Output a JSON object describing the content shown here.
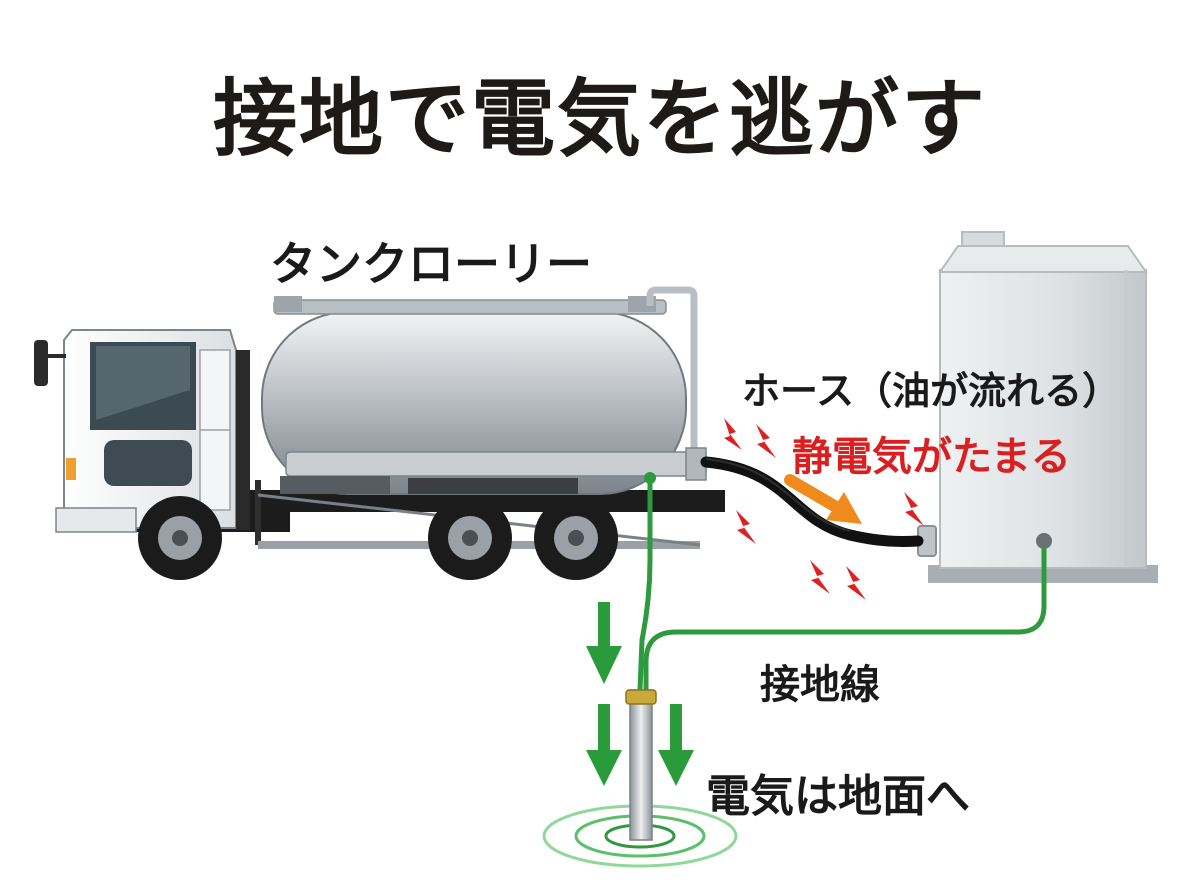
{
  "diagram": {
    "title": "接地で電気を逃がす",
    "labels": {
      "tanker": "タンクローリー",
      "hose": "ホース（油が流れる）",
      "static": "静電気がたまる",
      "ground_wire": "接地線",
      "to_ground": "電気は地面へ"
    },
    "colors": {
      "title": "#1e1a18",
      "static_text": "#d91f1f",
      "spark": "#e02020",
      "ground_wire": "#2e9a3e",
      "arrow_down": "#2a9b3a",
      "flow_arrow": "#f08a1c",
      "hose": "#111111",
      "tank_metal": "#c4c8cc",
      "storage_tank": "#dfe3e5"
    }
  }
}
